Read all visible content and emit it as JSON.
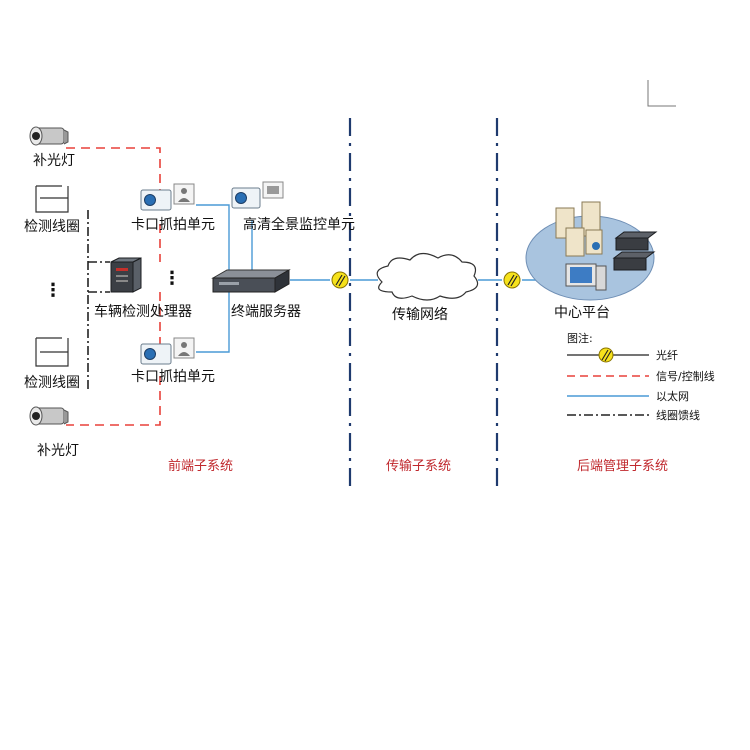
{
  "labels": {
    "light_top": "补光灯",
    "coil_top": "检测线圈",
    "camera_top": "卡口抓拍单元",
    "hd_camera": "高清全景监控单元",
    "processor": "车辆检测处理器",
    "server": "终端服务器",
    "network": "传输网络",
    "center": "中心平台",
    "coil_bottom": "检测线圈",
    "camera_bottom": "卡口抓拍单元",
    "light_bottom": "补光灯"
  },
  "subsystems": {
    "front": "前端子系统",
    "transmission": "传输子系统",
    "backend": "后端管理子系统"
  },
  "legend": {
    "title": "图注:",
    "items": [
      {
        "label": "光纤",
        "style": "fiber"
      },
      {
        "label": "信号/控制线",
        "style": "signal"
      },
      {
        "label": "以太网",
        "style": "ethernet"
      },
      {
        "label": "线圈馈线",
        "style": "coil-feed"
      }
    ]
  },
  "colors": {
    "signal_line": "#e8413a",
    "ethernet_line": "#4a9ad6",
    "divider": "#1f3a6e",
    "subsystem_text": "#c0282d"
  }
}
